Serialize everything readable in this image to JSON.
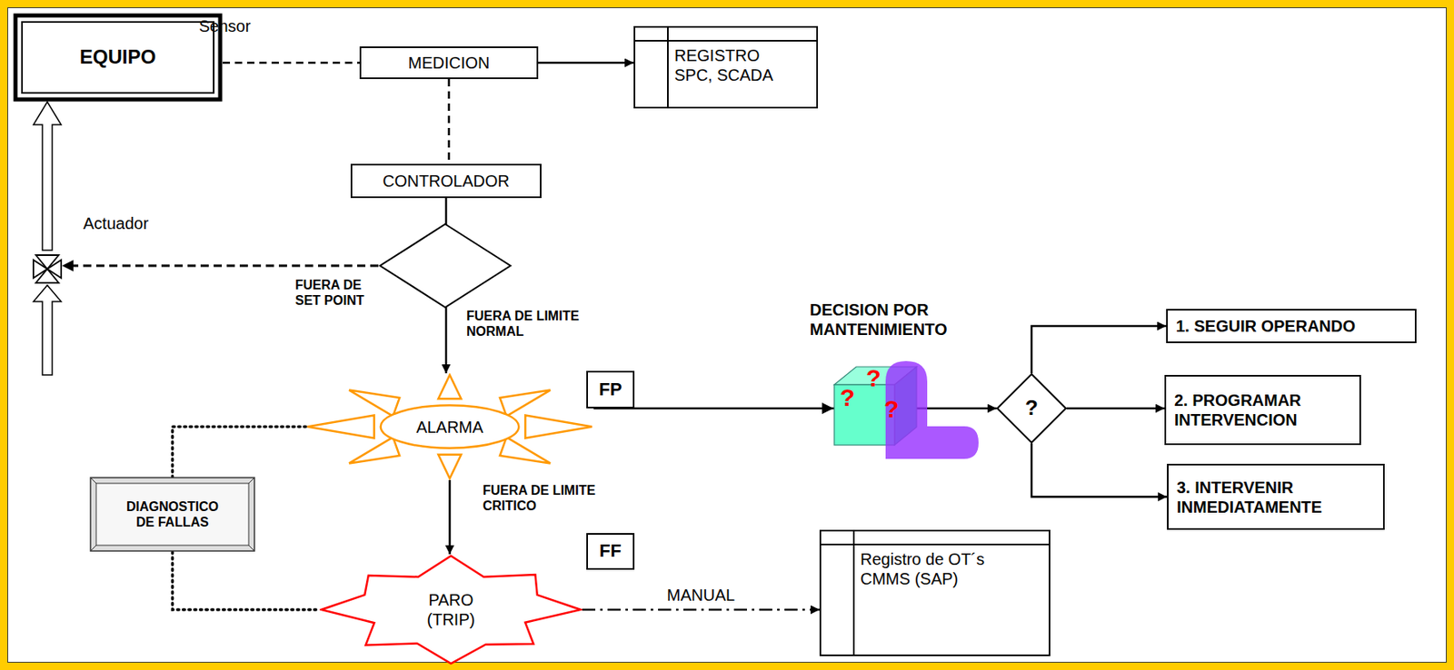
{
  "diagram": {
    "nodes": [
      {
        "text": [
          "EQUIPO"
        ]
      },
      {
        "text": [
          "MEDICION"
        ]
      },
      {
        "text": [
          "REGISTRO SPC, SCADA"
        ]
      },
      {
        "text": [
          "CONTROLADOR"
        ]
      },
      {
        "text": [
          "ALARMA"
        ]
      },
      {
        "text": [
          "FP"
        ]
      },
      {
        "text": [
          "?"
        ]
      },
      {
        "text": [
          "1. SEGUIR OPERANDO"
        ]
      },
      {
        "text": [
          "2. PROGRAMAR INTERVENCION"
        ]
      },
      {
        "text": [
          "3. INTERVENIR INMEDIATAMENTE"
        ]
      },
      {
        "text": [
          "DIAGNOSTICO DE FALLAS"
        ]
      },
      {
        "text": [
          "PARO (TRIP)"
        ]
      },
      {
        "text": [
          "FF"
        ]
      },
      {
        "text": [
          "Registro de OT´s CMMS (SAP)"
        ]
      }
    ],
    "edges": [
      {
        "from": 0,
        "to": 1,
        "arrow": "none"
      },
      {
        "from": 1,
        "to": 2,
        "arrow": "to"
      },
      {
        "from": 1,
        "to": 3,
        "arrow": "none"
      },
      {
        "from": 3,
        "to": 4,
        "arrow": "to"
      },
      {
        "from": 4,
        "to": 11,
        "arrow": "to"
      },
      {
        "from": 4,
        "to": 6,
        "arrow": "to"
      },
      {
        "from": 6,
        "to": 7,
        "arrow": "to"
      },
      {
        "from": 6,
        "to": 8,
        "arrow": "to"
      },
      {
        "from": 6,
        "to": 9,
        "arrow": "to"
      },
      {
        "from": 11,
        "to": 13,
        "label": "MANUAL",
        "arrow": "to"
      },
      {
        "from": 4,
        "to": 10,
        "arrow": "none"
      },
      {
        "from": 10,
        "to": 11,
        "arrow": "none"
      }
    ],
    "labels": [
      "Sensor",
      "Actuador",
      "FUERA DE SET POINT",
      "FUERA DE LIMITE NORMAL",
      "DECISION POR MANTENIMIENTO",
      "?",
      "?",
      "?",
      "FUERA DE LIMITE CRITICO"
    ]
  }
}
